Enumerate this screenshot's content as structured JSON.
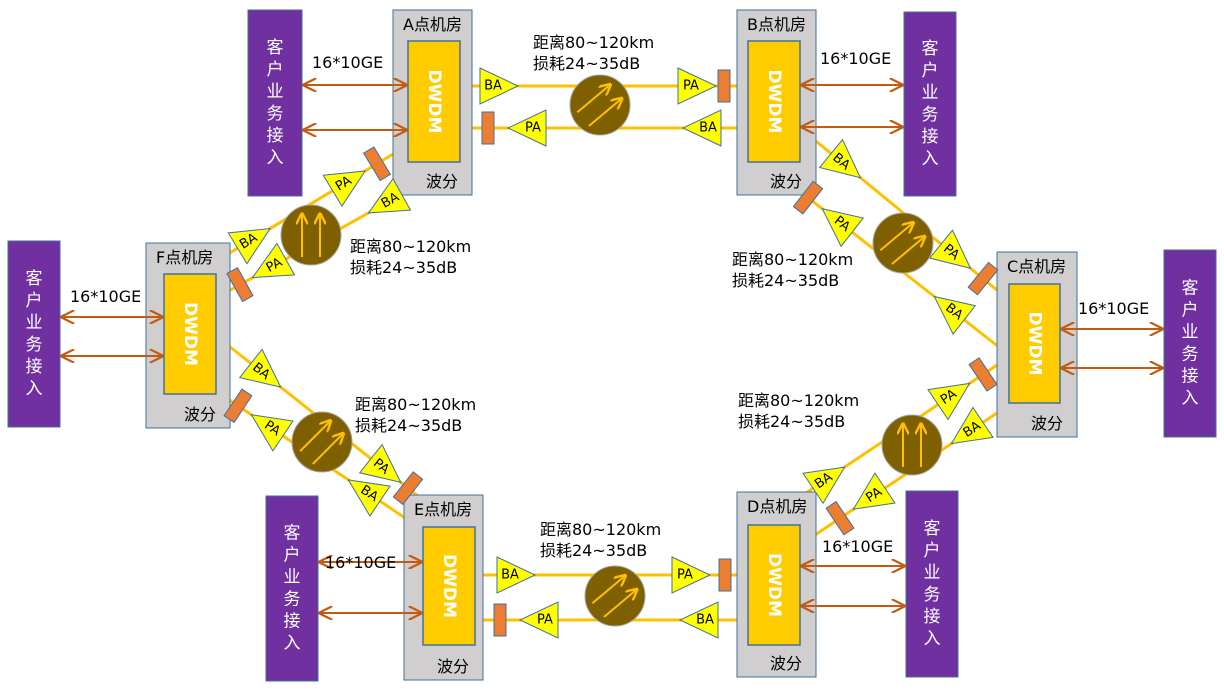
{
  "amp_labels": {
    "ba": "BA",
    "pa": "PA"
  },
  "dwdm_label": "DWDM",
  "wave_label": "波分",
  "client_label": [
    "客",
    "户",
    "业",
    "务",
    "接",
    "入"
  ],
  "rate_label": "16*10GE",
  "nodes": {
    "A": {
      "title": "A点机房"
    },
    "B": {
      "title": "B点机房"
    },
    "C": {
      "title": "C点机房"
    },
    "D": {
      "title": "D点机房"
    },
    "E": {
      "title": "E点机房"
    },
    "F": {
      "title": "F点机房"
    }
  },
  "span_label": {
    "distance": "距离80~120km",
    "loss": "损耗24~35dB"
  },
  "colors": {
    "client": "#7030A0",
    "dwdm": "#FFCC00",
    "fiber": "#FFC000",
    "ethernet": "#C55A11",
    "attenuator": "#ED7D31",
    "span": "#7F6000",
    "amplifier": "#FFFF00"
  }
}
